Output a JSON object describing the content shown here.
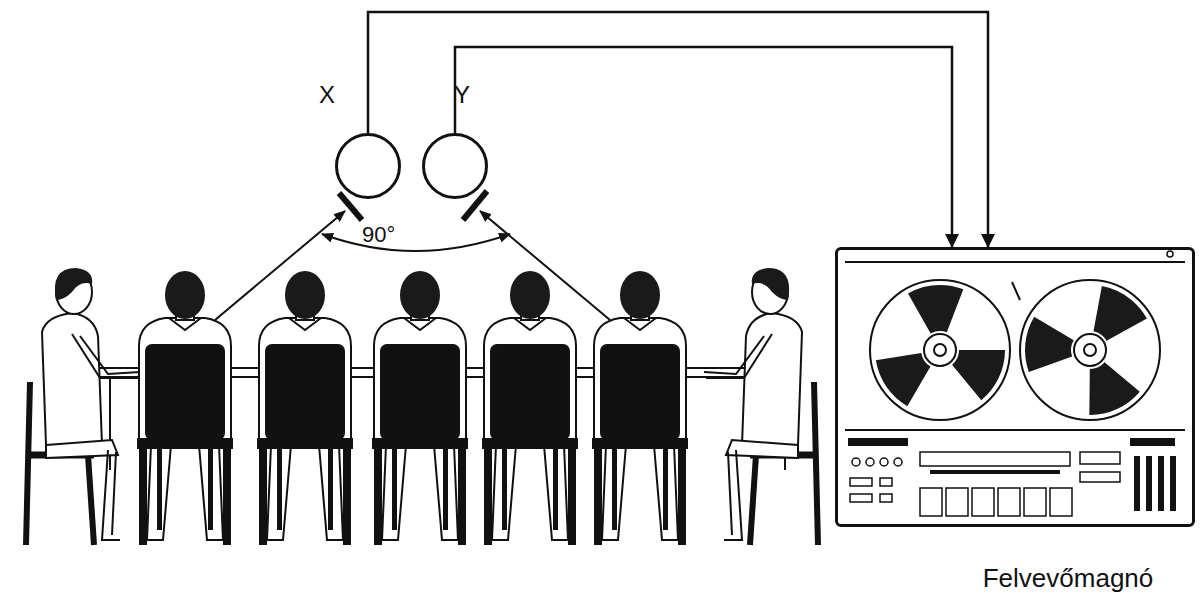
{
  "diagram": {
    "nodes": [
      {
        "text": [
          "X"
        ]
      },
      {
        "text": [
          "Y"
        ]
      },
      {
        "text": [
          "Felvevőmagnó"
        ]
      }
    ],
    "edges": [
      {
        "from": 0,
        "to": 2,
        "arrow": "to"
      },
      {
        "from": 1,
        "to": 2,
        "arrow": "to"
      }
    ],
    "labels": [
      "90°"
    ]
  }
}
